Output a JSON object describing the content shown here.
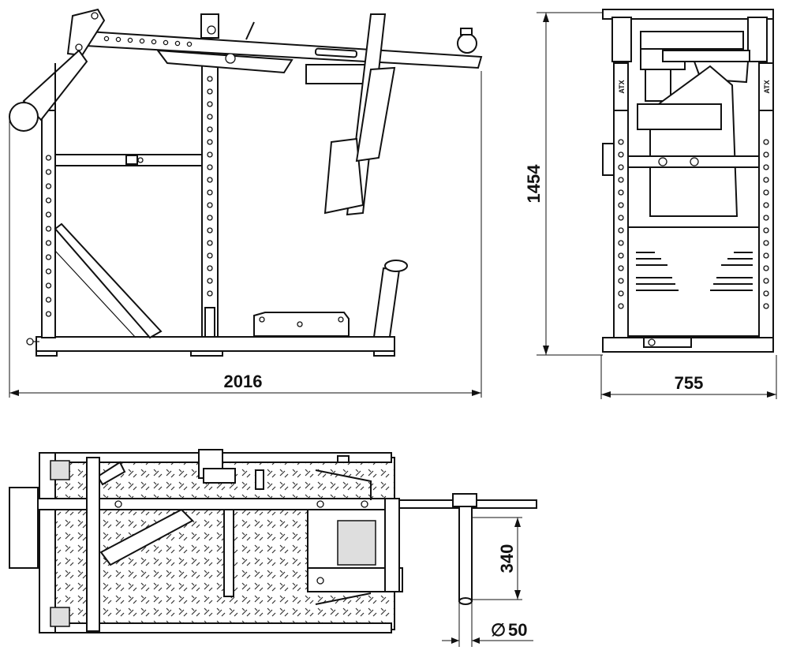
{
  "dimensions": {
    "length": "2016",
    "height": "1454",
    "width": "755",
    "spacing": "340",
    "diameter_symbol": "∅",
    "diameter": "50"
  },
  "brand_logo": "ATX"
}
